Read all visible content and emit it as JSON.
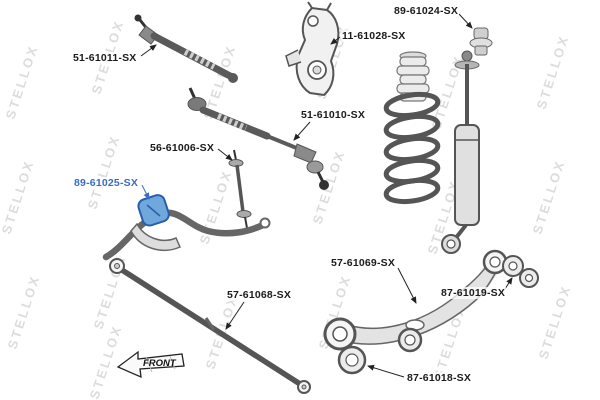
{
  "diagram": {
    "watermark_text": "STELLOX",
    "front_label": "FRONT",
    "background_color": "#ffffff",
    "watermark_color": "#dcdcdc",
    "highlight_color": "#6fa8dc",
    "highlight_stroke": "#2b5ea8",
    "label_color": "#1b1b1b",
    "highlight_label_color": "#3a6bc8",
    "labels": [
      {
        "text": "89-61024-SX",
        "highlighted": false
      },
      {
        "text": "11-61028-SX",
        "highlighted": false
      },
      {
        "text": "51-61011-SX",
        "highlighted": false
      },
      {
        "text": "51-61010-SX",
        "highlighted": false
      },
      {
        "text": "56-61006-SX",
        "highlighted": false
      },
      {
        "text": "89-61025-SX",
        "highlighted": true
      },
      {
        "text": "57-61069-SX",
        "highlighted": false
      },
      {
        "text": "87-61019-SX",
        "highlighted": false
      },
      {
        "text": "57-61068-SX",
        "highlighted": false
      },
      {
        "text": "87-61018-SX",
        "highlighted": false
      }
    ]
  }
}
